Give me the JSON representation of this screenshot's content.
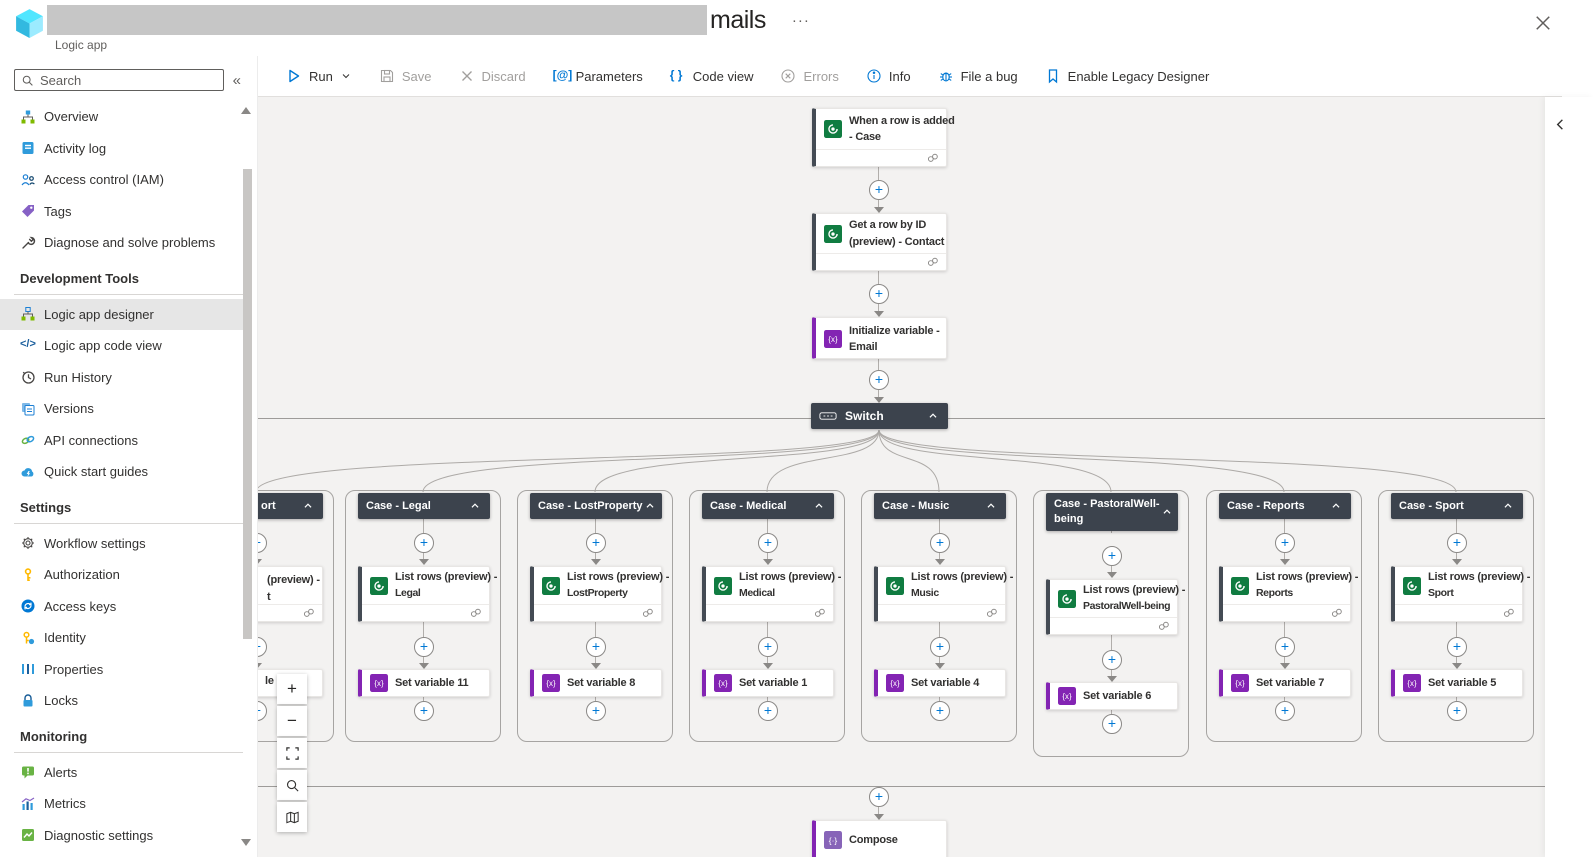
{
  "header": {
    "resource_type": "Logic app",
    "title_fragment": "mails",
    "more_options": "···"
  },
  "command_bar": {
    "items": [
      {
        "label": "Run",
        "icon": "run",
        "enabled": true,
        "has_dropdown": true
      },
      {
        "label": "Save",
        "icon": "save",
        "enabled": false
      },
      {
        "label": "Discard",
        "icon": "discard",
        "enabled": false
      },
      {
        "label": "Parameters",
        "icon": "parameters",
        "enabled": true
      },
      {
        "label": "Code view",
        "icon": "code",
        "enabled": true
      },
      {
        "label": "Errors",
        "icon": "errors",
        "enabled": false
      },
      {
        "label": "Info",
        "icon": "info",
        "enabled": true
      },
      {
        "label": "File a bug",
        "icon": "bug",
        "enabled": true
      },
      {
        "label": "Enable Legacy Designer",
        "icon": "bookmark",
        "enabled": true
      }
    ]
  },
  "sidebar": {
    "search_placeholder": "Search",
    "collapse_glyph": "«",
    "groups": [
      {
        "header": null,
        "items": [
          {
            "label": "Overview",
            "icon": "overview"
          },
          {
            "label": "Activity log",
            "icon": "activity"
          },
          {
            "label": "Access control (IAM)",
            "icon": "iam"
          },
          {
            "label": "Tags",
            "icon": "tags"
          },
          {
            "label": "Diagnose and solve problems",
            "icon": "diagnose"
          }
        ]
      },
      {
        "header": "Development Tools",
        "items": [
          {
            "label": "Logic app designer",
            "icon": "designer",
            "selected": true
          },
          {
            "label": "Logic app code view",
            "icon": "codeview"
          },
          {
            "label": "Run History",
            "icon": "history"
          },
          {
            "label": "Versions",
            "icon": "versions"
          },
          {
            "label": "API connections",
            "icon": "api"
          },
          {
            "label": "Quick start guides",
            "icon": "quickstart"
          }
        ]
      },
      {
        "header": "Settings",
        "items": [
          {
            "label": "Workflow settings",
            "icon": "gear"
          },
          {
            "label": "Authorization",
            "icon": "key"
          },
          {
            "label": "Access keys",
            "icon": "accesskeys"
          },
          {
            "label": "Identity",
            "icon": "identity"
          },
          {
            "label": "Properties",
            "icon": "properties"
          },
          {
            "label": "Locks",
            "icon": "lock"
          }
        ]
      },
      {
        "header": "Monitoring",
        "items": [
          {
            "label": "Alerts",
            "icon": "alerts"
          },
          {
            "label": "Metrics",
            "icon": "metrics"
          },
          {
            "label": "Diagnostic settings",
            "icon": "diagsettings"
          }
        ]
      }
    ]
  },
  "workflow": {
    "trigger": {
      "title": "When a row is added - Case",
      "lines": [
        "When a row is added",
        "- Case"
      ]
    },
    "get_row": {
      "title": "Get a row by ID (preview) - Contact",
      "lines": [
        "Get a row by ID",
        "(preview) - Contact"
      ]
    },
    "init_var": {
      "title": "Initialize variable - Email",
      "lines": [
        "Initialize variable -",
        "Email"
      ]
    },
    "switch": {
      "label": "Switch"
    },
    "cases": [
      {
        "partial": true,
        "header_fragment": "ort",
        "list_rows_lines": [
          "(preview) -",
          "t"
        ],
        "set_variable": "le 9"
      },
      {
        "name": "Case - Legal",
        "header_lines": [
          "Case - Legal"
        ],
        "list_rows_lines": [
          "List rows (preview) -",
          "Legal"
        ],
        "set_variable": "Set variable 11"
      },
      {
        "name": "Case - LostProperty",
        "header_lines": [
          "Case - LostProperty"
        ],
        "list_rows_lines": [
          "List rows (preview) -",
          "LostProperty"
        ],
        "set_variable": "Set variable 8"
      },
      {
        "name": "Case - Medical",
        "header_lines": [
          "Case - Medical"
        ],
        "list_rows_lines": [
          "List rows (preview) -",
          "Medical"
        ],
        "set_variable": "Set variable 1"
      },
      {
        "name": "Case - Music",
        "header_lines": [
          "Case - Music"
        ],
        "list_rows_lines": [
          "List rows (preview) -",
          "Music"
        ],
        "set_variable": "Set variable 4"
      },
      {
        "name": "Case - PastoralWell-being",
        "header_lines": [
          "Case - PastoralWell-",
          "being"
        ],
        "list_rows_lines": [
          "List rows (preview) -",
          "PastoralWell-being"
        ],
        "set_variable": "Set variable 6"
      },
      {
        "name": "Case - Reports",
        "header_lines": [
          "Case - Reports"
        ],
        "list_rows_lines": [
          "List rows (preview) -",
          "Reports"
        ],
        "set_variable": "Set variable 7"
      },
      {
        "name": "Case - Sport",
        "header_lines": [
          "Case - Sport"
        ],
        "list_rows_lines": [
          "List rows (preview) -",
          "Sport"
        ],
        "set_variable": "Set variable 5"
      }
    ],
    "after_switch": {
      "title": "Compose"
    }
  },
  "zoom_controls": [
    {
      "name": "zoom-in",
      "glyph": "+"
    },
    {
      "name": "zoom-out",
      "glyph": "−"
    },
    {
      "name": "fit-view",
      "glyph": ""
    },
    {
      "name": "search-canvas",
      "glyph": ""
    },
    {
      "name": "minimap",
      "glyph": ""
    }
  ],
  "colors": {
    "accent": "#0078d4",
    "case_header": "#3c434d",
    "dataverse_green": "#107c41",
    "variable_purple": "#8324b3",
    "compose_purple": "#8764b8",
    "canvas_bg": "#f3f2f1",
    "disabled_text": "#a19f9d"
  }
}
